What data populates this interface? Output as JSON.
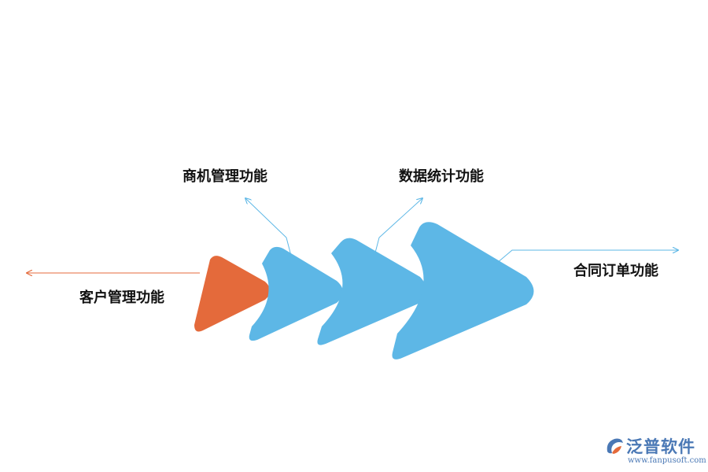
{
  "labels": {
    "customer": "客户管理功能",
    "opportunity": "商机管理功能",
    "statistics": "数据统计功能",
    "contract": "合同订单功能"
  },
  "colors": {
    "accent": "#e46a3b",
    "primary": "#5db7e6",
    "arrow_line_left": "#e46a3b",
    "arrow_line_blue": "#5db7e6"
  },
  "watermark": {
    "brand": "泛普软件",
    "url": "www.fanpusoft.com"
  }
}
